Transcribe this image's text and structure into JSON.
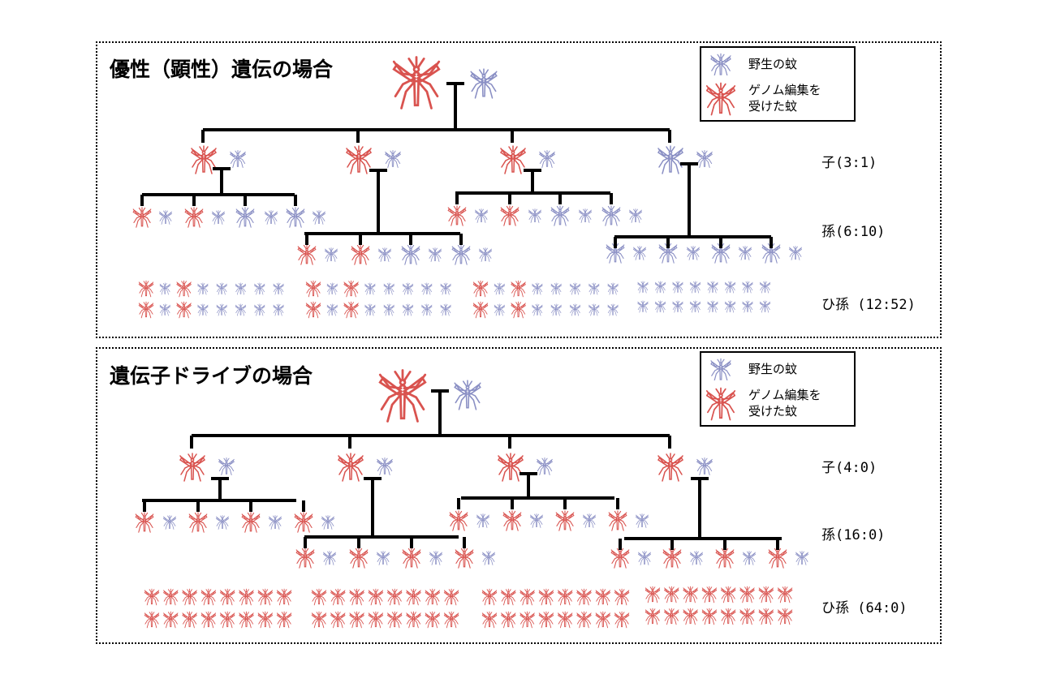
{
  "panels": [
    {
      "title": "優性（顕性）遺伝の場合",
      "labels": {
        "children": "子(3:1)",
        "grandchildren": "孫(6:10)",
        "great_grandchildren": "ひ孫 (12:52)"
      },
      "children": [
        "e",
        "e",
        "e",
        "w"
      ],
      "grandchildren": [
        [
          "e",
          "w",
          "e",
          "w",
          "w",
          "w",
          "w",
          "w"
        ],
        [
          "e",
          "w",
          "e",
          "w",
          "w",
          "w",
          "w",
          "w"
        ],
        [
          "e",
          "w",
          "e",
          "w",
          "w",
          "w",
          "w",
          "w"
        ],
        [
          "w",
          "w",
          "w",
          "w",
          "w",
          "w",
          "w",
          "w"
        ]
      ],
      "great_grandchildren": [
        [
          [
            "e",
            "w",
            "e",
            "w",
            "w",
            "w",
            "w",
            "w"
          ],
          [
            "e",
            "w",
            "e",
            "w",
            "w",
            "w",
            "w",
            "w"
          ]
        ],
        [
          [
            "e",
            "w",
            "e",
            "w",
            "w",
            "w",
            "w",
            "w"
          ],
          [
            "e",
            "w",
            "e",
            "w",
            "w",
            "w",
            "w",
            "w"
          ]
        ],
        [
          [
            "e",
            "w",
            "e",
            "w",
            "w",
            "w",
            "w",
            "w"
          ],
          [
            "e",
            "w",
            "e",
            "w",
            "w",
            "w",
            "w",
            "w"
          ]
        ],
        [
          [
            "w",
            "w",
            "w",
            "w",
            "w",
            "w",
            "w",
            "w"
          ],
          [
            "w",
            "w",
            "w",
            "w",
            "w",
            "w",
            "w",
            "w"
          ]
        ]
      ]
    },
    {
      "title": "遺伝子ドライブの場合",
      "labels": {
        "children": "子(4:0)",
        "grandchildren": "孫(16:0)",
        "great_grandchildren": "ひ孫 (64:0)"
      },
      "children": [
        "e",
        "e",
        "e",
        "e"
      ],
      "grandchildren": [
        [
          "e",
          "w",
          "e",
          "w",
          "e",
          "w",
          "e",
          "w"
        ],
        [
          "e",
          "w",
          "e",
          "w",
          "e",
          "w",
          "e",
          "w"
        ],
        [
          "e",
          "w",
          "e",
          "w",
          "e",
          "w",
          "e",
          "w"
        ],
        [
          "e",
          "w",
          "e",
          "w",
          "e",
          "w",
          "e",
          "w"
        ]
      ],
      "great_grandchildren": [
        [
          [
            "e",
            "e",
            "e",
            "e",
            "e",
            "e",
            "e",
            "e"
          ],
          [
            "e",
            "e",
            "e",
            "e",
            "e",
            "e",
            "e",
            "e"
          ]
        ],
        [
          [
            "e",
            "e",
            "e",
            "e",
            "e",
            "e",
            "e",
            "e"
          ],
          [
            "e",
            "e",
            "e",
            "e",
            "e",
            "e",
            "e",
            "e"
          ]
        ],
        [
          [
            "e",
            "e",
            "e",
            "e",
            "e",
            "e",
            "e",
            "e"
          ],
          [
            "e",
            "e",
            "e",
            "e",
            "e",
            "e",
            "e",
            "e"
          ]
        ],
        [
          [
            "e",
            "e",
            "e",
            "e",
            "e",
            "e",
            "e",
            "e"
          ],
          [
            "e",
            "e",
            "e",
            "e",
            "e",
            "e",
            "e",
            "e"
          ]
        ]
      ]
    }
  ],
  "legend": {
    "wild": "野生の蚊",
    "edited": "ゲノム編集を\n受けた蚊"
  },
  "colors": {
    "edited": "#d9534f",
    "wild": "#8a8fc4",
    "line": "#000000"
  },
  "icons": {
    "edited": "mosquito-icon-red",
    "wild": "mosquito-icon-blue"
  }
}
